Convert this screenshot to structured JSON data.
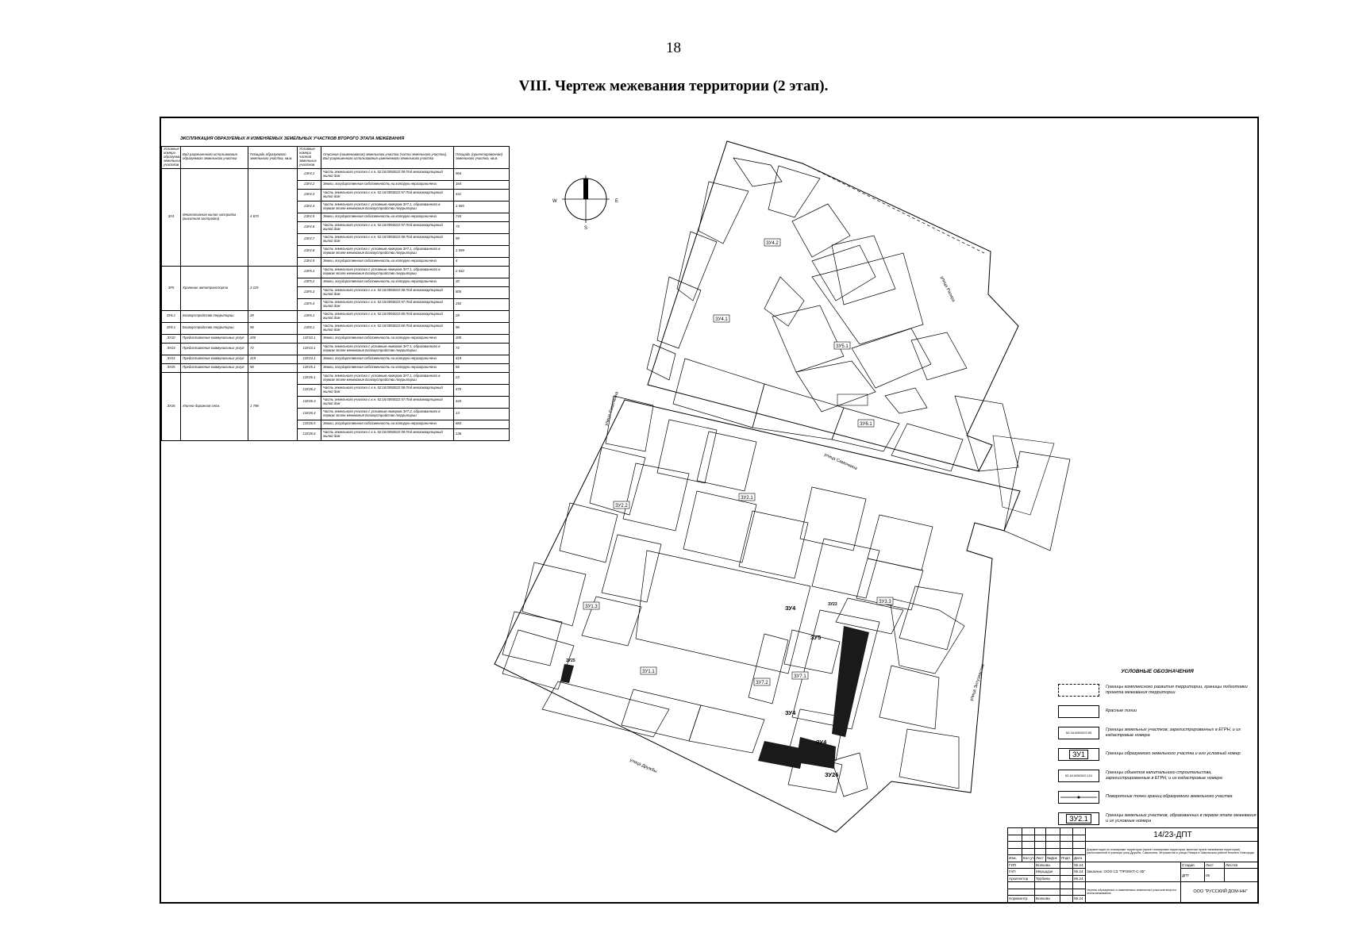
{
  "page": {
    "number": "18",
    "title": "VIII.  Чертеж межевания территории (2 этап)."
  },
  "explication": {
    "title": "ЭКСПЛИКАЦИЯ ОБРАЗУЕМЫХ И ИЗМЕНЯЕМЫХ ЗЕМЕЛЬНЫХ УЧАСТКОВ ВТОРОГО ЭТАПА МЕЖЕВАНИЯ",
    "headers": [
      "Условные номера образуемых земельных участков",
      "Вид разрешенного использования образуемого земельного участка",
      "Площадь образуемого земельного участка, кв.м.",
      "Условные номера частей земельных участков",
      "Описание (наименование) земельного участка (части земельного участка), Вид разрешенного использования изменяемого земельного участка",
      "Площадь (ориентировочная) земельного участка, кв.м."
    ],
    "groups": [
      {
        "num": "ЗУ4",
        "use": "Многоэтажная жилая застройка (высотная застройка)",
        "area": "4 670",
        "rows": [
          {
            "part": "1ЗУ4.1",
            "desc": "Часть земельного участка с к.н. 52:18:0050022:59 Под многоквартирный жилой дом",
            "area": "964"
          },
          {
            "part": "1ЗУ4.2",
            "desc": "Земли, государственная собственность на которую неразграничена",
            "area": "164"
          },
          {
            "part": "1ЗУ4.3",
            "desc": "Часть земельного участка с к.н. 52:18:0050022:57 Под многоквартирный жилой дом",
            "area": "431"
          },
          {
            "part": "1ЗУ4.4",
            "desc": "Часть земельного участка с условным номером ЗУ7.1, образованного в первом этапе межевания Благоустройство территории",
            "area": "1 065"
          },
          {
            "part": "1ЗУ4.5",
            "desc": "Земли, государственная собственность на которую неразграничена",
            "area": "744"
          },
          {
            "part": "1ЗУ4.6",
            "desc": "Часть земельного участка с к.н. 52:18:0050022:57 Под многоквартирный жилой дом",
            "area": "75"
          },
          {
            "part": "1ЗУ4.7",
            "desc": "Часть земельного участка с к.н. 52:18:0050022:58 Под многоквартирный жилой дом",
            "area": "99"
          },
          {
            "part": "1ЗУ4.8",
            "desc": "Часть земельного участка с условным номером ЗУ7.1, образованного в первом этапе межевания Благоустройство территории",
            "area": "1 099"
          },
          {
            "part": "1ЗУ4.9",
            "desc": "Земли, государственная собственность на которую неразграничена",
            "area": "4"
          }
        ]
      },
      {
        "num": "ЗУ5",
        "use": "Хранение автотранспорта",
        "area": "3 119",
        "rows": [
          {
            "part": "1ЗУ5.1",
            "desc": "Часть земельного участка с условным номером ЗУ7.1, образованного в первом этапе межевания Благоустройство территории",
            "area": "2 032"
          },
          {
            "part": "1ЗУ5.2",
            "desc": "Земли, государственная собственность на которую неразграничена",
            "area": "30"
          },
          {
            "part": "1ЗУ5.3",
            "desc": "Часть земельного участка с к.н. 52:18:0050022:58 Под многоквартирный жилой дом",
            "area": "805"
          },
          {
            "part": "1ЗУ5.4",
            "desc": "Часть земельного участка с к.н. 52:18:0050022:57 Под многоквартирный жилой дом",
            "area": "252"
          }
        ]
      },
      {
        "num": "ЗУ6.1",
        "use": "Благоустройство территории",
        "area": "28",
        "rows": [
          {
            "part": "1ЗУ6.1",
            "desc": "Часть земельного участка с к.н. 52:18:0050022:60 Под многоквартирный жилой дом",
            "area": "28"
          }
        ]
      },
      {
        "num": "ЗУ8.1",
        "use": "Благоустройство территории",
        "area": "96",
        "rows": [
          {
            "part": "1ЗУ8.1",
            "desc": "Часть земельного участка с к.н. 52:18:0050022:60 Под многоквартирный жилой дом",
            "area": "96"
          }
        ]
      },
      {
        "num": "ЗУ10",
        "use": "Предоставление коммунальных услуг",
        "area": "200",
        "rows": [
          {
            "part": "1ЗУ10.1",
            "desc": "Земли, государственная собственность на которую неразграничена",
            "area": "200"
          }
        ]
      },
      {
        "num": "ЗУ23",
        "use": "Предоставление коммунальных услуг",
        "area": "72",
        "rows": [
          {
            "part": "1ЗУ23.1",
            "desc": "Часть земельного участка с условным номером ЗУ7.1, образованного в первом этапе межевания Благоустройство территории",
            "area": "72"
          }
        ]
      },
      {
        "num": "ЗУ24",
        "use": "Предоставление коммунальных услуг",
        "area": "419",
        "rows": [
          {
            "part": "1ЗУ24.1",
            "desc": "Земли, государственная собственность на которую неразграничена",
            "area": "419"
          }
        ]
      },
      {
        "num": "ЗУ25",
        "use": "Предоставление коммунальных услуг",
        "area": "56",
        "rows": [
          {
            "part": "1ЗУ25.1",
            "desc": "Земли, государственная собственность на которую неразграничена",
            "area": "56"
          }
        ]
      },
      {
        "num": "ЗУ26",
        "use": "Улично-дорожная сеть",
        "area": "1 798",
        "rows": [
          {
            "part": "1ЗУ26.1",
            "desc": "Часть земельного участка с условным номером ЗУ7.1, образованного в первом этапе межевания Благоустройство территории",
            "area": "23"
          },
          {
            "part": "1ЗУ26.2",
            "desc": "Часть земельного участка с к.н. 52:18:0050022:58 Под многоквартирный жилой дом",
            "area": "470"
          },
          {
            "part": "1ЗУ26.3",
            "desc": "Часть земельного участка с к.н. 52:18:0050022:57 Под многоквартирный жилой дом",
            "area": "443"
          },
          {
            "part": "1ЗУ26.4",
            "desc": "Часть земельного участка с условным номером ЗУ7.2, образованного в первом этапе межевания Благоустройство территории",
            "area": "13"
          },
          {
            "part": "1ЗУ26.5",
            "desc": "Земли, государственная собственность на которую неразграничена",
            "area": "683"
          },
          {
            "part": "1ЗУ26.6",
            "desc": "Часть земельного участка с к.н. 52:18:0050022:59 Под многоквартирный жилой дом",
            "area": "136"
          }
        ]
      }
    ]
  },
  "compass": {
    "w": "W",
    "e": "E",
    "s": "S"
  },
  "streets": {
    "rapira": "улица Рапира",
    "samochkina_w": "улица Самочкина",
    "samochkina": "улица Самочкина",
    "druzhby": "улица Дружбы",
    "entuziastov": "улица Энтузиастов"
  },
  "map_labels": {
    "zu42": "ЗУ4.2",
    "zu41": "ЗУ4.1",
    "zu51": "ЗУ5.1",
    "zu61": "ЗУ6.1",
    "zu21": "ЗУ2.1",
    "zu22": "ЗУ2.2",
    "zu13": "ЗУ1.3",
    "zu11": "ЗУ1.1",
    "zu71": "ЗУ7.1",
    "zu72": "ЗУ7.2",
    "zu33": "ЗУ3.3",
    "zu4a": "ЗУ4",
    "zu5": "ЗУ5",
    "zu4b": "ЗУ4",
    "zu4c": "ЗУ4",
    "zu26": "ЗУ26",
    "zu25": "ЗУ25",
    "zu23": "ЗУ23"
  },
  "legend": {
    "title": "УСЛОВНЫЕ ОБОЗНАЧЕНИЯ",
    "items": [
      {
        "sym": "",
        "text": "Границы комплексного развития территории, границы подготовки проекта межевания территории"
      },
      {
        "sym": "",
        "text": "Красные линии"
      },
      {
        "sym": "52:18:0050022:59",
        "text": "Границы земельных участков, зарегистрированных в ЕГРН, и их кадастровые номера"
      },
      {
        "sym": "ЗУ1",
        "text": "Границы образуемого земельного участка и его условный номер"
      },
      {
        "sym": "52:18:0050022:101",
        "text": "Границы объектов капитального строительства, зарегистрированные в ЕГРН, и их кадастровые номера"
      },
      {
        "sym": "",
        "text": "Поворотные точки границ образуемого земельного участка"
      },
      {
        "sym": "ЗУ2.1",
        "text": "Границы земельных участков, образованных в первом этапе межевания и их условные номера"
      }
    ]
  },
  "title_block": {
    "code": "14/23-ДПТ",
    "description": "Документация по планировке территории (проект планировки территории, включая проект межевания территории) расположенной в границах улиц Дружбы, Самочкина, Энтузиастов и улицы Рапира в Заволжском районе Нижнего Новгорода",
    "customer": "Заказчик: ООО СЗ \"ПРОЕКТ-С-35\"",
    "head": [
      "Изм.",
      "Кол.уч",
      "Лист",
      "№Док",
      "Подп.",
      "Дата"
    ],
    "roles": [
      {
        "role": "ГИП",
        "name": "Волкова",
        "date": "06.24"
      },
      {
        "role": "ГАП",
        "name": "Мерцадзе",
        "date": "06.24"
      },
      {
        "role": "Архитектор",
        "name": "Трубина",
        "date": "06.24"
      },
      {
        "role": "Нормконтр.",
        "name": "Волкова",
        "date": "06.24"
      }
    ],
    "stage_head": [
      "Стадия",
      "Лист",
      "Листов"
    ],
    "stage": "ДПТ",
    "sheet": "06",
    "sheets": "",
    "drawing": "Чертеж образуемых и изменяемых земельных участков второго этапа межевания",
    "org": "ООО \"РУССКИЙ ДОМ-НН\""
  }
}
